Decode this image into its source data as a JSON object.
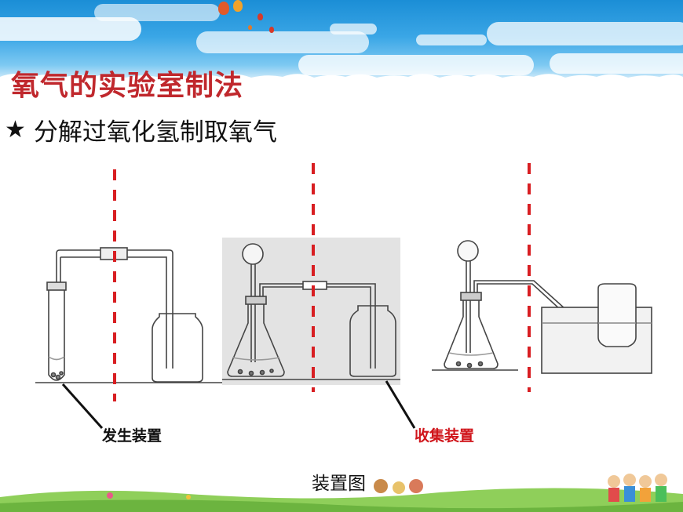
{
  "slide": {
    "title": "氧气的实验室制法",
    "subtitle_bullet": "★",
    "subtitle": "分解过氧化氢制取氧气",
    "labels": {
      "generation": "发生装置",
      "collection": "收集装置"
    },
    "caption": "装置图"
  },
  "colors": {
    "title": "#c0282d",
    "divider": "#d81e22",
    "collection_label": "#d0151b",
    "sky": "#2a9ae0"
  }
}
